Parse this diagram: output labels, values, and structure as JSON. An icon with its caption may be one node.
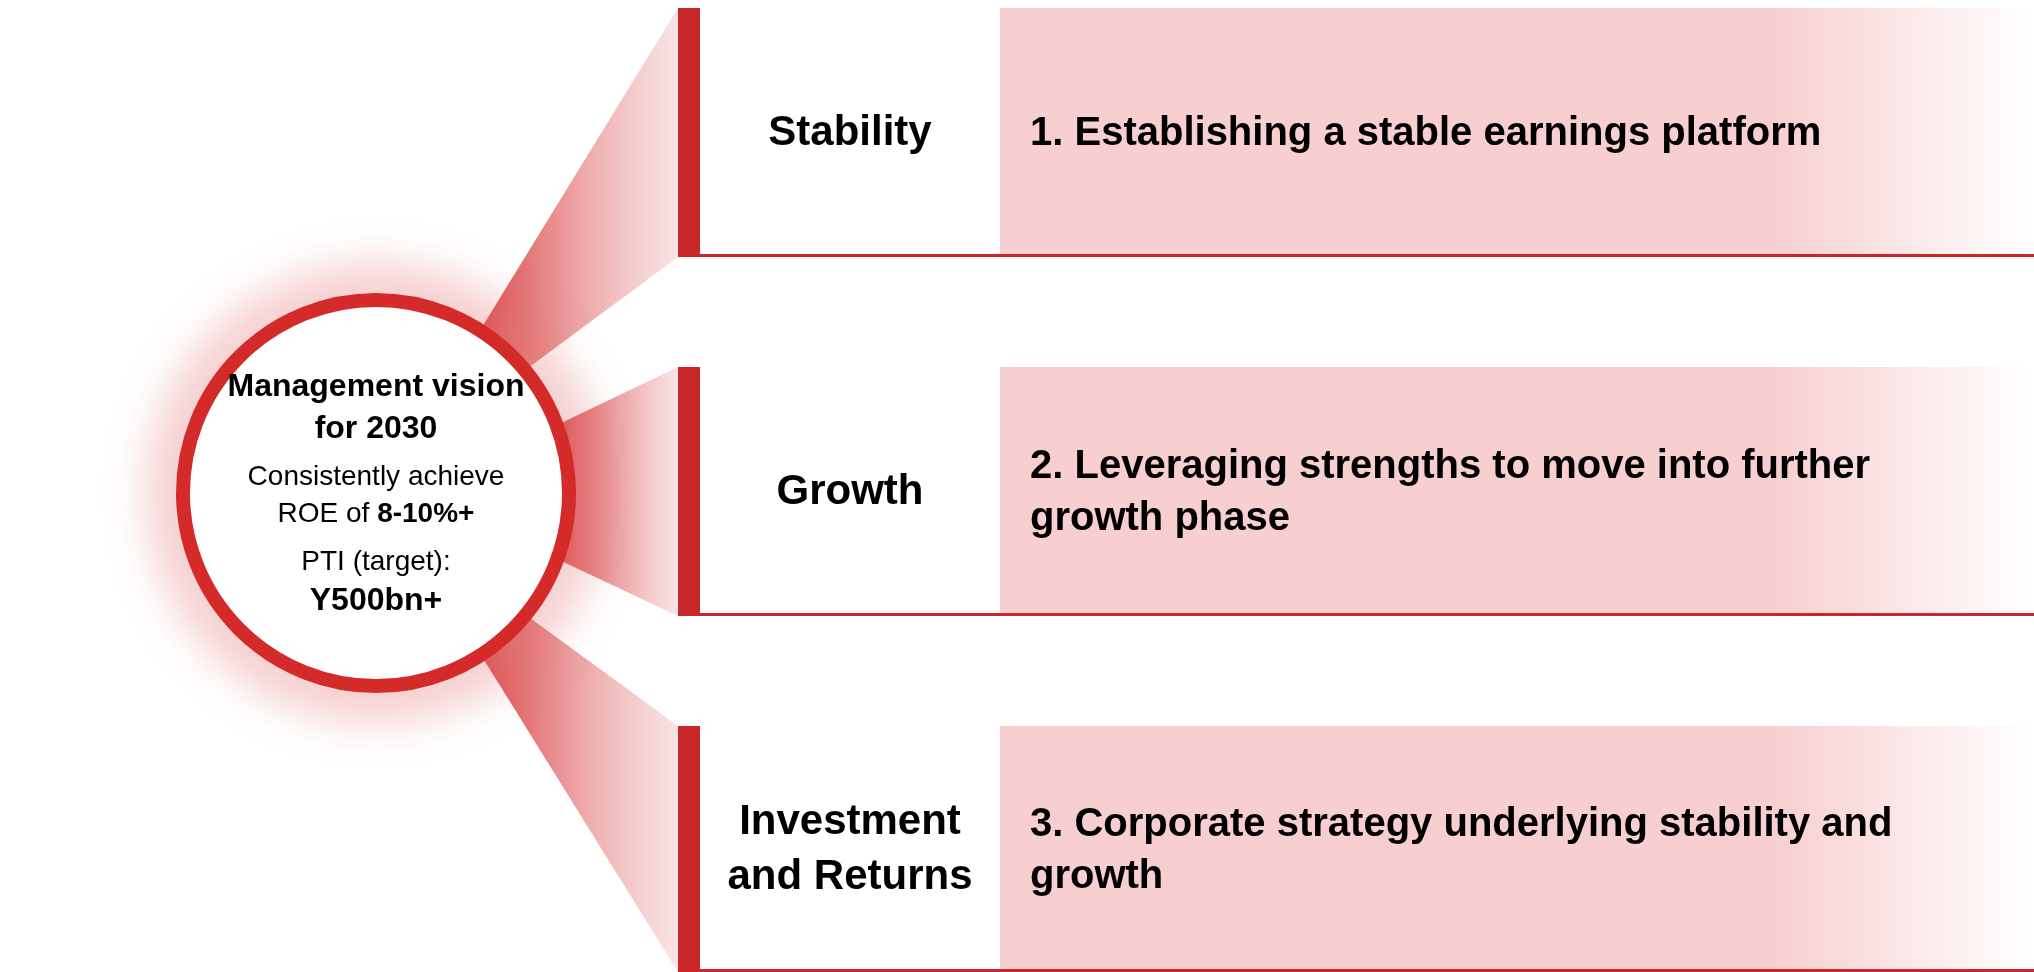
{
  "diagram": {
    "nodes": [
      {
        "text": [
          "Management vision for 2030",
          "Consistently achieve ROE of **8-10%+**",
          "PTI (target): **Y500bn+**"
        ]
      },
      {
        "text": [
          "Stability",
          "1. Establishing a stable earnings platform"
        ]
      },
      {
        "text": [
          "Growth",
          "2. Leveraging strengths to move into further growth phase"
        ]
      },
      {
        "text": [
          "Investment and Returns",
          "3. Corporate strategy underlying stability and growth"
        ]
      }
    ],
    "edges": [
      {
        "from": 0,
        "to": 1,
        "arrow": "none"
      },
      {
        "from": 0,
        "to": 2,
        "arrow": "none"
      },
      {
        "from": 0,
        "to": 3,
        "arrow": "none"
      }
    ]
  }
}
